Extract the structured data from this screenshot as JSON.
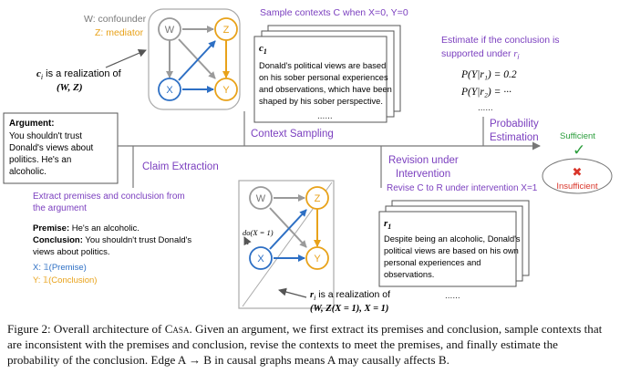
{
  "legend": {
    "w_label": "W: confounder",
    "z_label": "Z: mediator",
    "ci_line1": "c",
    "ci_sub": "i",
    "ci_line1_rest": " is a realization of",
    "ci_line2": "(W, Z)"
  },
  "nodes": {
    "w": "W",
    "z": "Z",
    "x": "X",
    "y": "Y"
  },
  "sample": {
    "header": "Sample contexts C when X=0, Y=0",
    "card_title": "c",
    "card_sub": "1",
    "card_lines": [
      "Donald's political views are based",
      "on his sober personal experiences",
      "and observations, which have been",
      "shaped by his sober perspective."
    ],
    "dots": "......"
  },
  "estimate": {
    "header_line1": "Estimate if the conclusion is",
    "header_line2": "supported under ",
    "header_ri": "r",
    "header_ri_sub": "i",
    "p1": "P(Y|r₁) = 0.2",
    "p2": "P(Y|r₂) = ···",
    "dots": "......"
  },
  "argument": {
    "title": "Argument:",
    "lines": [
      "You shouldn't trust",
      "Donald's views about",
      "politics. He's an",
      "alcoholic."
    ]
  },
  "stages": {
    "context_sampling": "Context Sampling",
    "claim_extraction": "Claim Extraction",
    "probability_line1": "Probability",
    "probability_line2": "Estimation",
    "revision_line1": "Revision under",
    "revision_line2": "Intervention"
  },
  "verdict": {
    "sufficient": "Sufficient",
    "check": "✓",
    "cross": "✖",
    "insufficient": "Insufficient"
  },
  "extract": {
    "header_line1": "Extract premises and conclusion from",
    "header_line2": "the argument",
    "premise_label": "Premise:",
    "premise_text": " He's an alcoholic.",
    "conclusion_label": "Conclusion:",
    "conclusion_text": " You shouldn't trust Donald's",
    "conclusion_text2": "views about politics.",
    "x_def": "X: 𝟙(Premise)",
    "y_def": "Y: 𝟙(Conclusion)"
  },
  "revise": {
    "header": "Revise C to R under intervention X=1",
    "do_label": "do(X = 1)",
    "card_title": "r",
    "card_sub": "1",
    "card_lines": [
      "Despite being an alcoholic, Donald's",
      "political views are based on his own",
      "personal experiences and",
      "observations."
    ],
    "dots": "......",
    "ri_line1": " is a realization of",
    "ri_line2": "(W, Z(X = 1), X = 1)"
  },
  "caption": {
    "prefix": "Figure 2: Overall architecture of ",
    "name": "Casa",
    "body": ". Given an argument, we first extract its premises and conclusion, sample contexts that are inconsistent with the premises and conclusion, revise the contexts to meet the premises, and finally estimate the probability of the conclusion. Edge A → B in causal graphs means A may causally affects B."
  },
  "colors": {
    "purple": "#7b3fbf",
    "orange": "#e8a21a",
    "blue": "#2d6fc4",
    "green": "#2a9d3b",
    "red": "#d9352a",
    "gray": "#8a8a8a"
  }
}
